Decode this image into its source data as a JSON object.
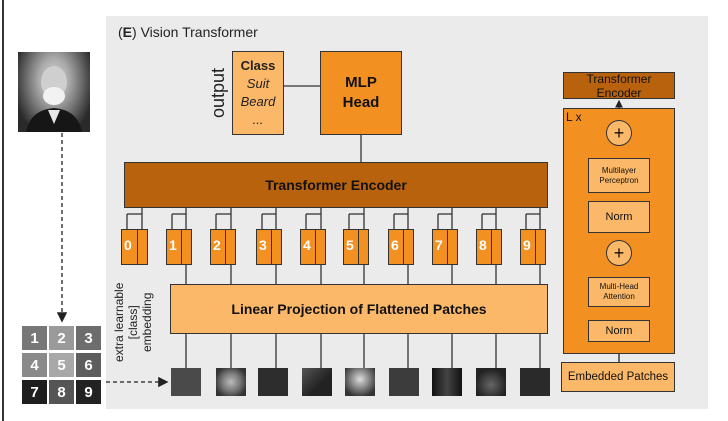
{
  "figure": {
    "title_prefix": "(",
    "title_letter": "E",
    "title_suffix": ") Vision Transformer"
  },
  "image_grid": {
    "cells": [
      "1",
      "2",
      "3",
      "4",
      "5",
      "6",
      "7",
      "8",
      "9"
    ]
  },
  "vit": {
    "output_label": "output",
    "class_box": {
      "title": "Class",
      "items": [
        "Suit",
        "Beard",
        "..."
      ]
    },
    "mlp_head": [
      "MLP",
      "Head"
    ],
    "transformer_encoder": "Transformer Encoder",
    "tokens": [
      "0",
      "1",
      "2",
      "3",
      "4",
      "5",
      "6",
      "7",
      "8",
      "9"
    ],
    "extra_label": [
      "extra learnable",
      "[class]",
      "embedding"
    ],
    "linear_projection": "Linear Projection of Flattened Patches"
  },
  "encoder_detail": {
    "title": "Transformer Encoder",
    "repeat": "L x",
    "plus": "+",
    "mlp": [
      "Multilayer",
      "Perceptron"
    ],
    "norm": "Norm",
    "attention": [
      "Multi-Head",
      "Attention"
    ],
    "embedded_patches": "Embedded Patches"
  },
  "colors": {
    "light_orange": "#fbb869",
    "mid_orange": "#f29122",
    "dark_orange": "#b8620e",
    "panel_gray": "#ebebeb"
  }
}
